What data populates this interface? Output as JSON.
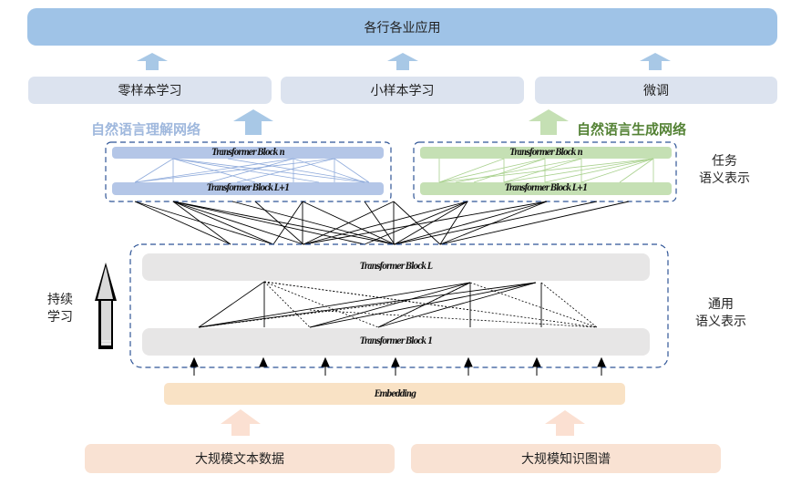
{
  "top": {
    "application_label": "各行各业应用"
  },
  "tuning_methods": [
    {
      "label": "零样本学习"
    },
    {
      "label": "小样本学习"
    },
    {
      "label": "微调"
    }
  ],
  "task_networks": {
    "understanding": {
      "title": "自然语言理解网络",
      "title_color": "#9fb8dd",
      "block_top": "Transformer Block n",
      "block_bottom": "Transformer Block L+1",
      "block_color": "#b4c6e7",
      "line_color": "#8eaadb"
    },
    "generation": {
      "title": "自然语言生成网络",
      "title_color": "#548235",
      "block_top": "Transformer Block n",
      "block_bottom": "Transformer Block L+1",
      "block_color": "#c5e0b4",
      "line_color": "#a9d18e"
    }
  },
  "general_network": {
    "block_top": "Transformer Block L",
    "block_bottom": "Transformer Block 1",
    "block_color": "#e7e6e6"
  },
  "embedding": {
    "label": "Embedding"
  },
  "side_labels": {
    "task_semantic": [
      "任务",
      "语义表示"
    ],
    "general_semantic": [
      "通用",
      "语义表示"
    ],
    "continual_learning": [
      "持续",
      "学习"
    ]
  },
  "sources": [
    {
      "label": "大规模文本数据"
    },
    {
      "label": "大规模知识图谱"
    }
  ],
  "colors": {
    "top_bar": "#9fc3e7",
    "mid_box": "#dce3ef",
    "source_box": "#f9e2d3",
    "embedding_box": "#f9e2c5",
    "dashed_border": "#2f5597",
    "up_arrow_blue": "#a8c8e6",
    "up_arrow_green": "#c5e0b4",
    "up_arrow_peach": "#fbe0d2"
  }
}
